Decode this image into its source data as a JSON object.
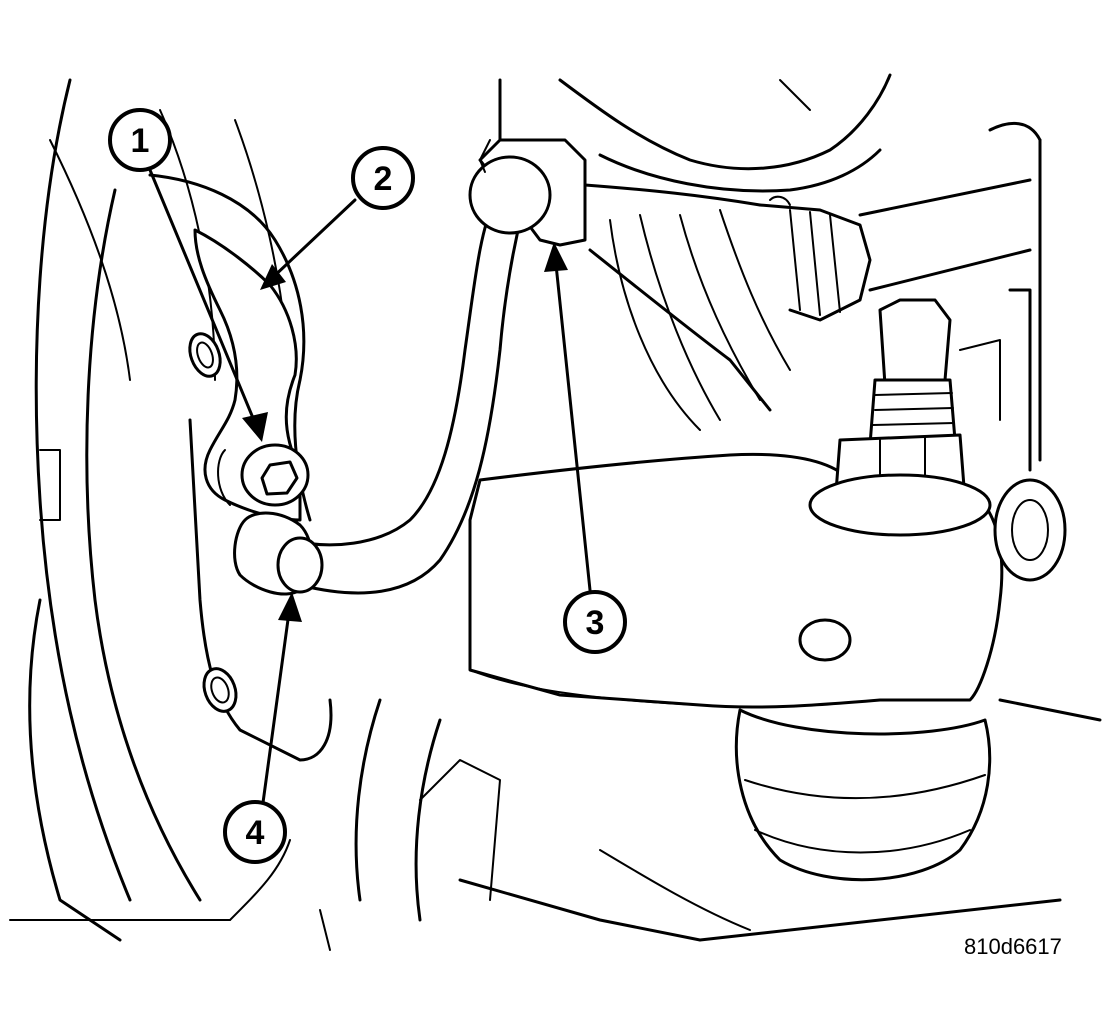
{
  "figure": {
    "id_label": "810d6617"
  },
  "callouts": [
    {
      "number": "1",
      "target": "bracket-bolt"
    },
    {
      "number": "2",
      "target": "mounting-bracket"
    },
    {
      "number": "3",
      "target": "stabilizer-bar-bushing-clamp"
    },
    {
      "number": "4",
      "target": "stabilizer-bar-end"
    }
  ],
  "colors": {
    "line": "#000000",
    "background": "#ffffff"
  }
}
